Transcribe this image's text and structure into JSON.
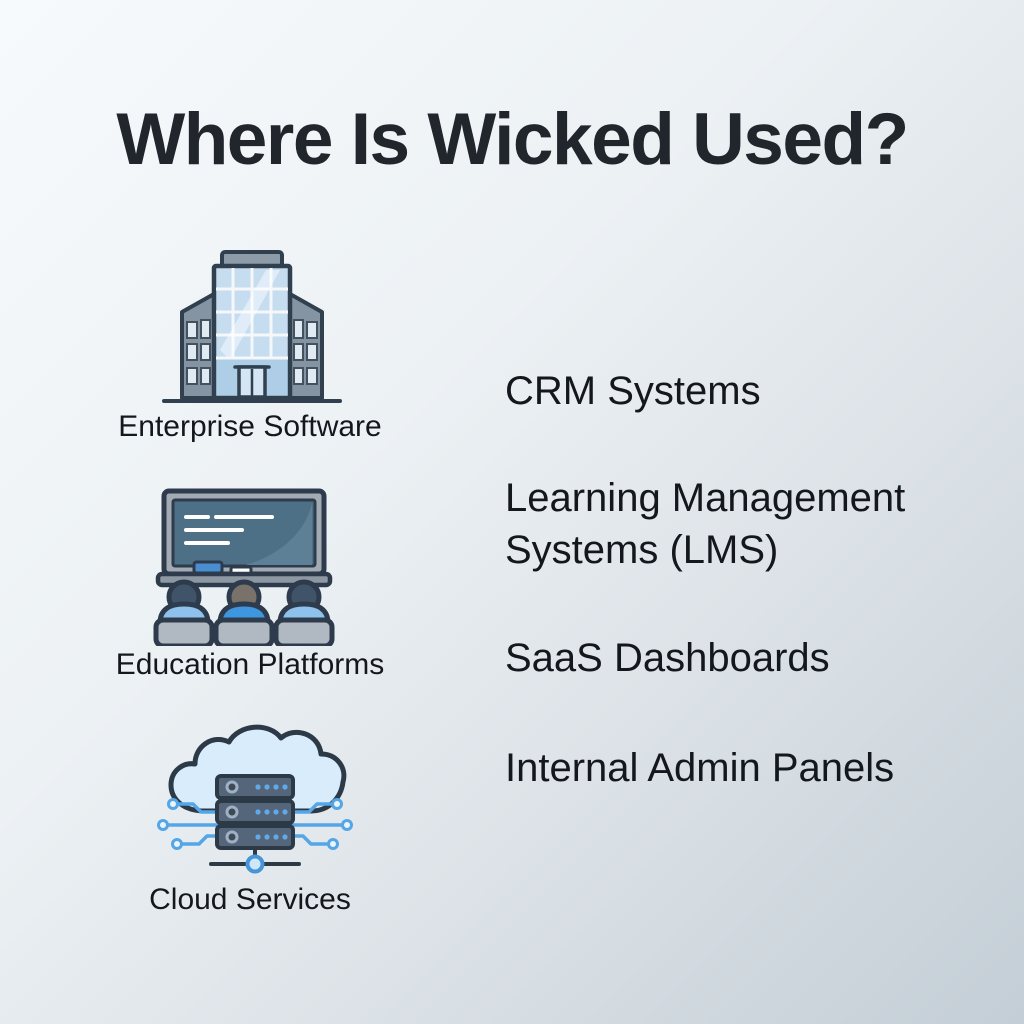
{
  "title": "Where Is Wicked Used?",
  "left_column": {
    "items": [
      {
        "label": "Enterprise Software",
        "icon": "office-building-icon"
      },
      {
        "label": "Education Platforms",
        "icon": "classroom-blackboard-icon"
      },
      {
        "label": "Cloud Services",
        "icon": "cloud-server-icon"
      }
    ]
  },
  "right_column": {
    "items": [
      "CRM Systems",
      "Learning Management Systems (LMS)",
      "SaaS Dashboards",
      "Internal Admin Panels"
    ]
  },
  "colors": {
    "background_top_left": "#f5f9fb",
    "background_bottom_right": "#c4ced6",
    "title_text": "#21262d",
    "body_text": "#14181e",
    "icon_outline": "#31404f",
    "icon_glass_blue": "#c6ddf0",
    "icon_accent_blue": "#4d9be0",
    "icon_light_blue": "#d9ecfb",
    "icon_gray": "#93a0ac",
    "icon_slate": "#4d7086"
  }
}
